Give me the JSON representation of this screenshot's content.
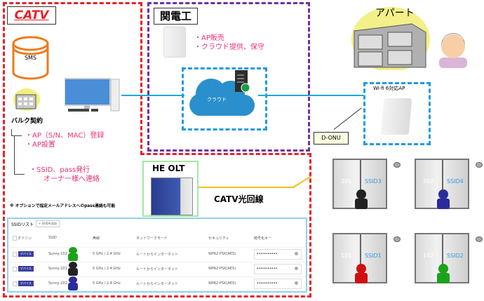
{
  "catv": {
    "title": "CATV",
    "sms_label": "SMS",
    "bulk_title": "バルク契約",
    "bulk_items": [
      "・AP（S/N、MAC）登録",
      "・AP設置"
    ],
    "ssid_items": [
      "・SSID、pass発行",
      "オーナー様へ連絡"
    ],
    "note": "※ オプションで指定メールアドレスへのpass連絡も可能"
  },
  "kandenko": {
    "title": "関電工",
    "items": [
      "・AP販売",
      "・クラウド提供、保守"
    ],
    "cloud_label": "クラウド"
  },
  "olt": {
    "title": "HE OLT",
    "line_label": "CATV光回線"
  },
  "apartment": {
    "title": "アパート",
    "ap_label": "Wi-fi 6対応AP",
    "onu_label": "D-ONU"
  },
  "ssid_table": {
    "title": "SSIDリスト",
    "add_button": "+ SSIDを追加",
    "headers": [
      "オリジン",
      "SSID",
      "無線",
      "ネットワークモード",
      "セキュリティ",
      "暗号化キー"
    ],
    "rows": [
      {
        "origin": "デバイス",
        "ssid": "Sunny-102",
        "person_color": "#1aa31a",
        "radio": "5 GHz / 2.4 GHz",
        "mode": "ルートからインターネット",
        "security": "WPA2-PSK(AES)",
        "key": "••••••••••"
      },
      {
        "origin": "デバイス",
        "ssid": "Sunny-201",
        "person_color": "#222222",
        "radio": "5 GHz / 2.4 GHz",
        "mode": "ルートからインターネット",
        "security": "WPA2-PSK(AES)",
        "key": "••••••••••"
      },
      {
        "origin": "デバイス",
        "ssid": "Sunny-202",
        "person_color": "#2b2b9e",
        "radio": "5 GHz / 2.4 GHz",
        "mode": "ルートからインターネット",
        "security": "WPA2-PSK(AES)",
        "key": "••••••••••"
      }
    ]
  },
  "rooms": [
    {
      "number": "201",
      "ssid": "SSID3",
      "person_color": "#222222"
    },
    {
      "number": "202",
      "ssid": "SSID4",
      "person_color": "#2b2b9e"
    },
    {
      "number": "101",
      "ssid": "SSID1",
      "person_color": "#d01010"
    },
    {
      "number": "102",
      "ssid": "SSID2",
      "person_color": "#1aa31a"
    }
  ]
}
